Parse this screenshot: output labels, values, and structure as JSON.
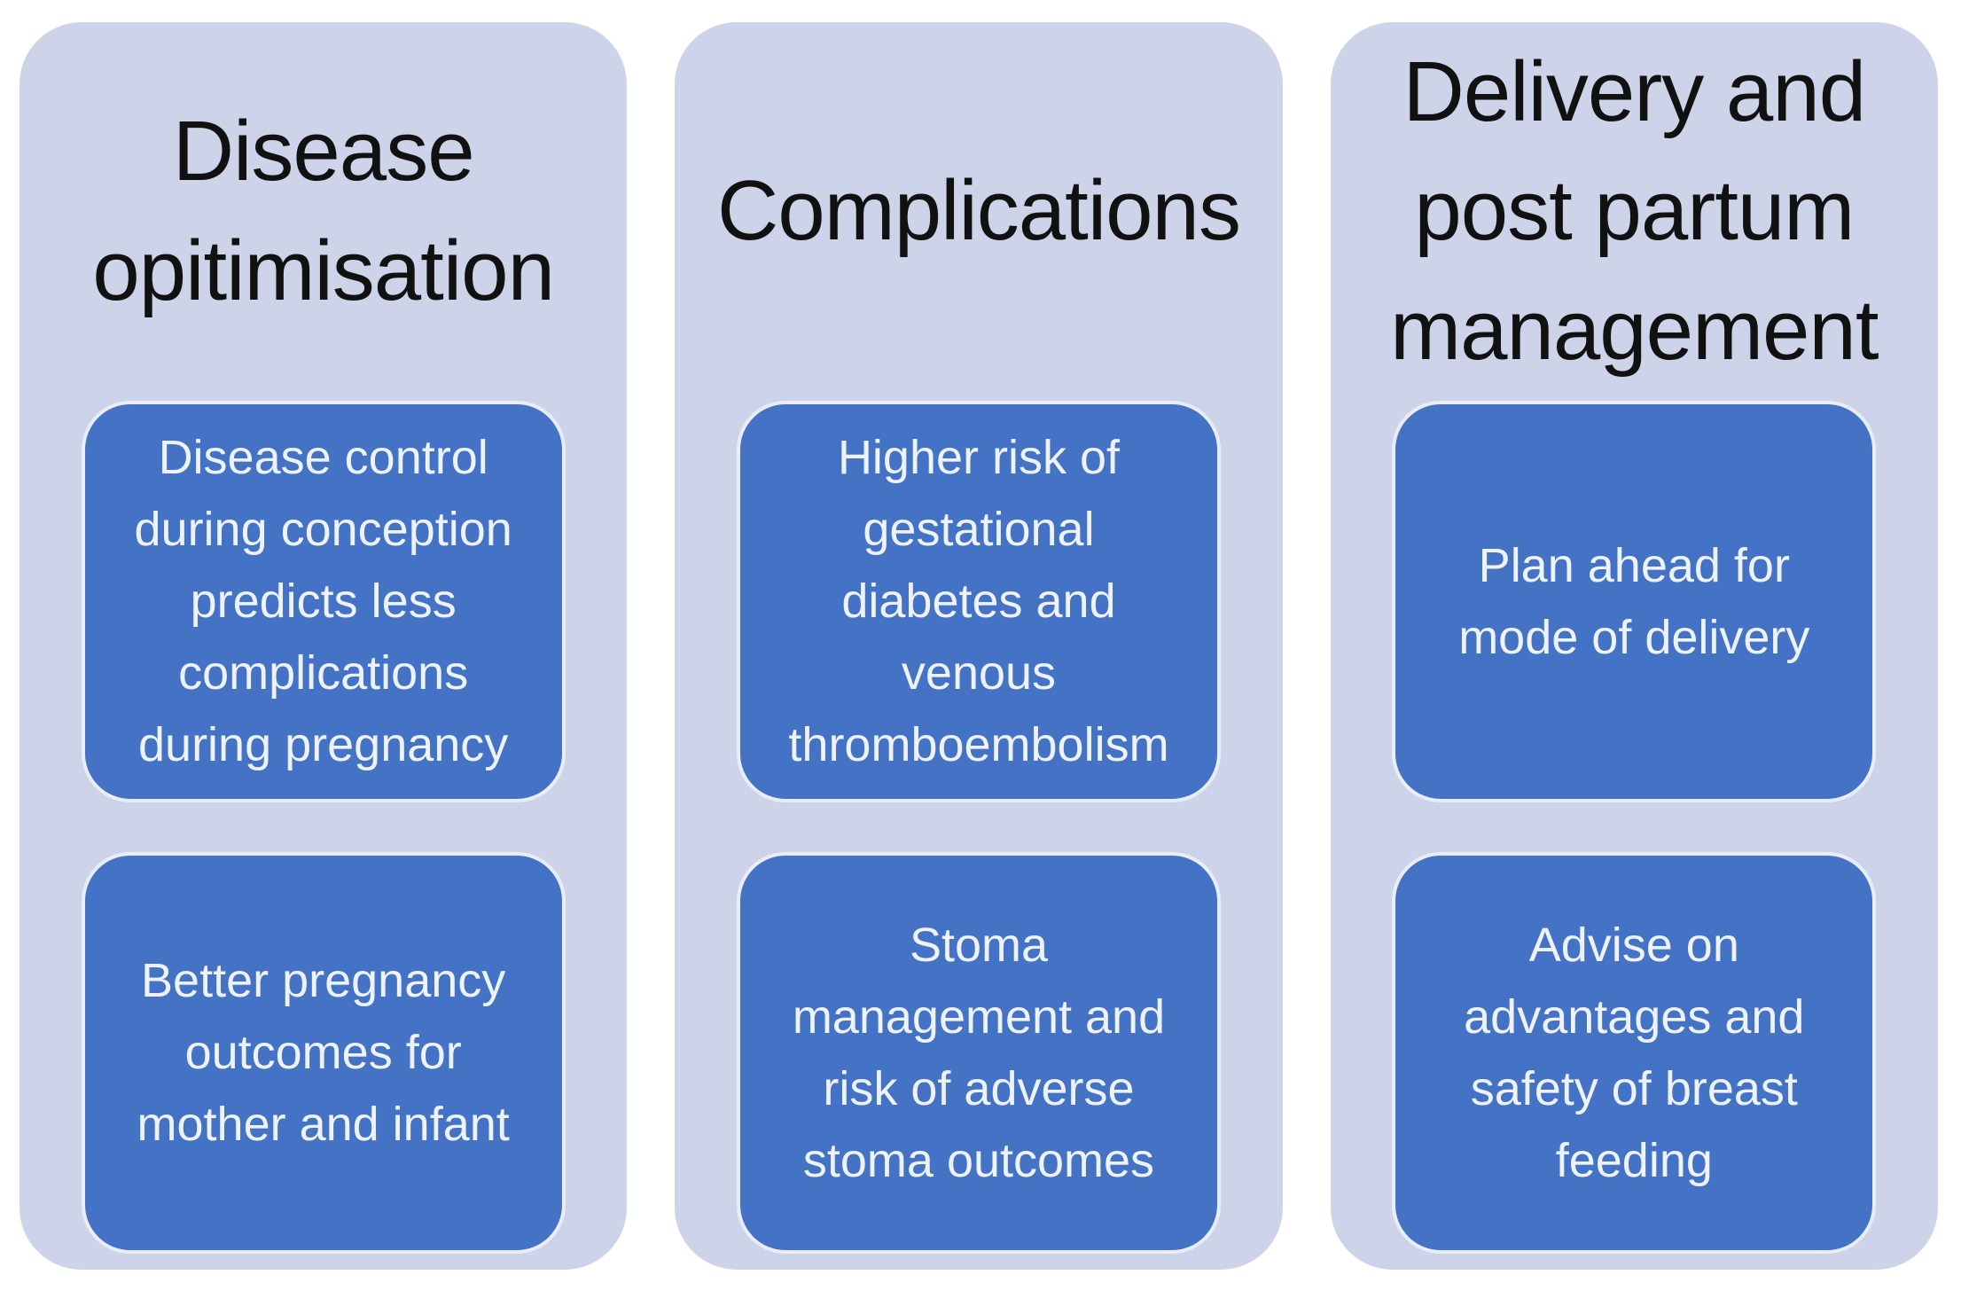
{
  "colors": {
    "page_bg": "#ffffff",
    "column_bg": "#cdd3e8",
    "box_bg": "#4472c4",
    "box_border": "#e9edf7",
    "title_text": "#111111",
    "box_text": "#eef3fb"
  },
  "columns": [
    {
      "title": "Disease\nopitimisation",
      "boxes": [
        "Disease control\nduring conception\npredicts less\ncomplications\nduring pregnancy",
        "Better pregnancy\noutcomes for\nmother and infant"
      ]
    },
    {
      "title": "Complications",
      "boxes": [
        "Higher risk of\ngestational\ndiabetes and\nvenous\nthromboembolism",
        "Stoma\nmanagement and\nrisk of adverse\nstoma outcomes"
      ]
    },
    {
      "title": "Delivery and\npost partum\nmanagement",
      "boxes": [
        "Plan ahead for\nmode of delivery",
        "Advise on\nadvantages and\nsafety of breast\nfeeding"
      ]
    }
  ]
}
